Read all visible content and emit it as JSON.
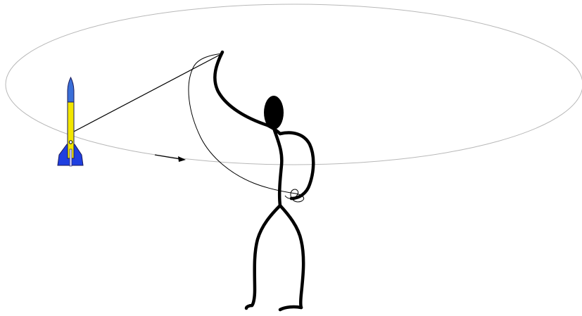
{
  "diagram": {
    "colors": {
      "orbit": "#b8b8b8",
      "line": "#000000",
      "figure": "#000000",
      "rocket_nose": "#3a6fd8",
      "rocket_body": "#f2e600",
      "rocket_fins": "#1f3fe0",
      "rocket_outline": "#1a1a5a",
      "background": "#ffffff"
    },
    "elements": [
      "orbit-ellipse",
      "rocket",
      "tether-line",
      "direction-arrow",
      "stick-figure",
      "looping-string"
    ]
  }
}
